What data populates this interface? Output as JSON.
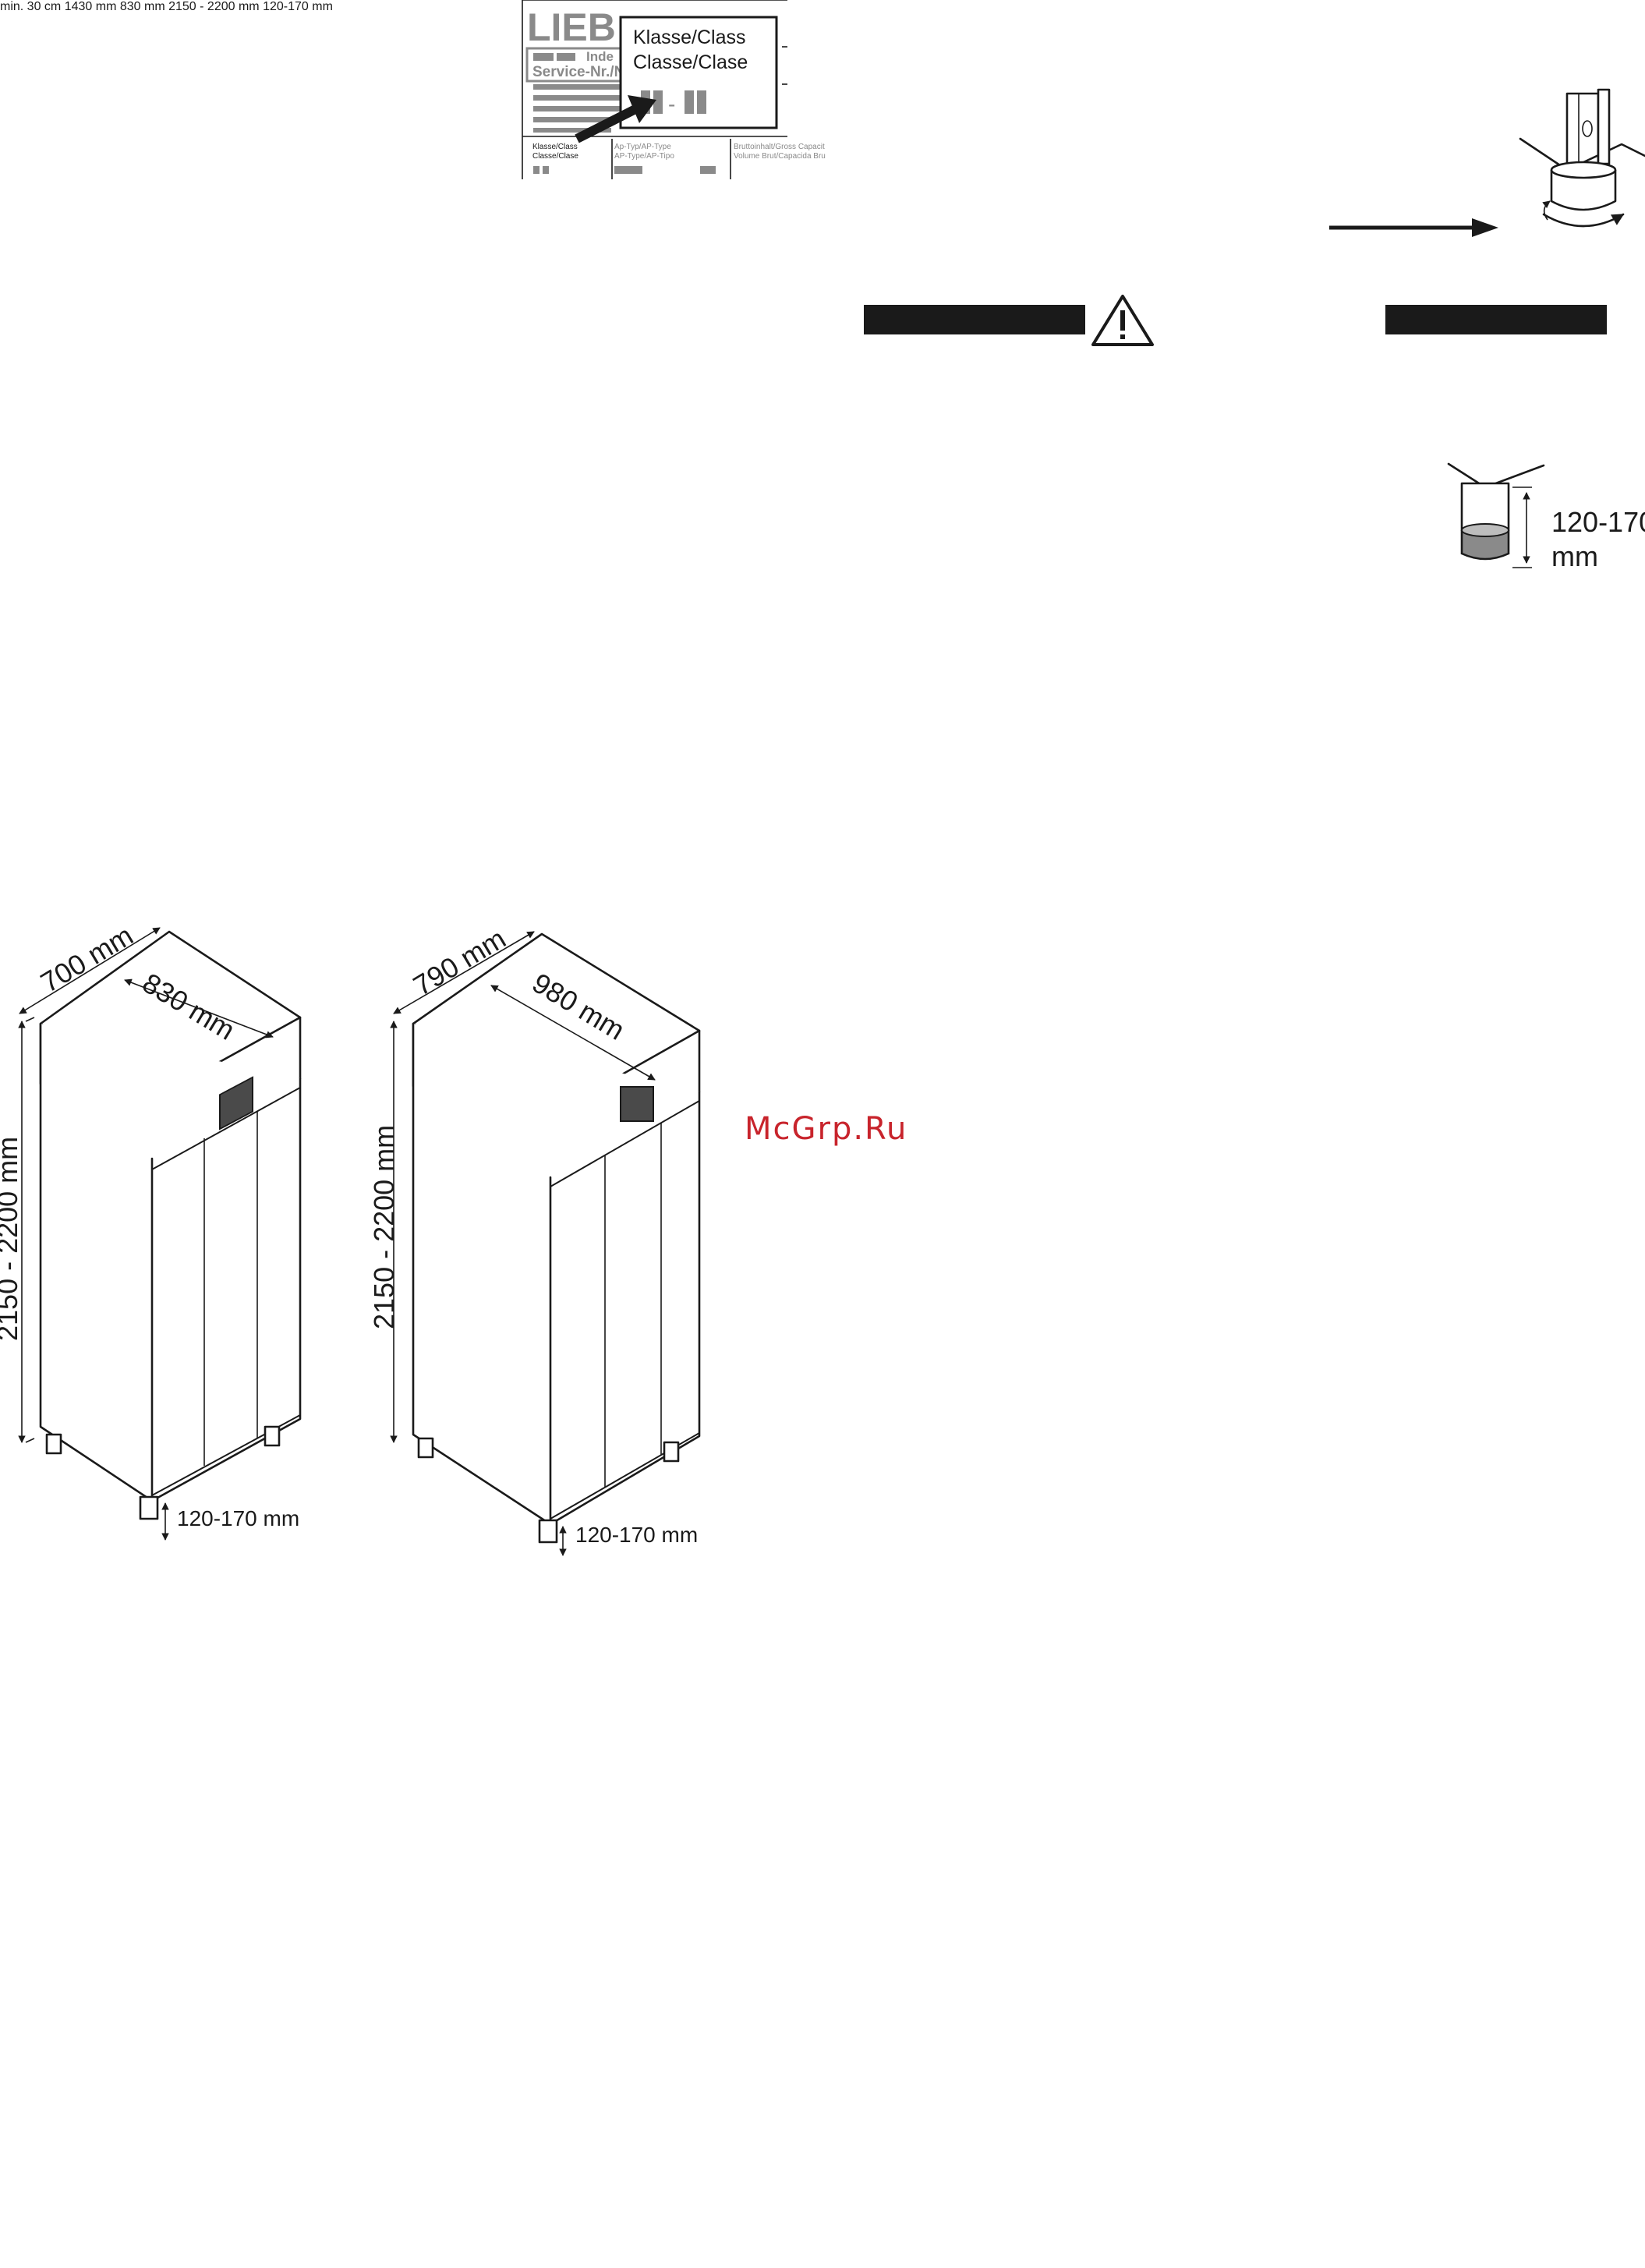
{
  "rating_plate": {
    "brand_fragment": "LIEB",
    "index_fragment": "Inde",
    "service_fragment": "Service-Nr./N",
    "callout_line1": "Klasse/Class",
    "callout_line2": "Classe/Clase",
    "callout_code": "-",
    "col1_line1": "Klasse/Class",
    "col1_line2": "Classe/Clase",
    "col2_line1": "Ap-Typ/AP-Type",
    "col2_line2": "AP-Type/AP-Tipo",
    "col3_line1": "Bruttoinhalt/Gross Capacit",
    "col3_line2": "Volume Brut/Capacida Bru"
  },
  "warning_icon": "warning-triangle-icon",
  "foot_height": {
    "value": "120-170",
    "unit": "mm"
  },
  "cabinets": [
    {
      "width": "700 mm",
      "depth": "830 mm",
      "height": "2150 - 2200 mm",
      "feet": "120-170 mm"
    },
    {
      "width": "790 mm",
      "depth": "980 mm",
      "height": "2150 - 2200 mm",
      "feet": "120-170 mm"
    },
    {
      "width": "1430 mm",
      "depth": "830 mm",
      "height": "2150 - 2200 mm",
      "feet": "120-170 mm"
    }
  ],
  "ventilation": {
    "clearance": "min. 30 cm"
  },
  "watermark": "McGrp.Ru",
  "colors": {
    "ink": "#1a1a1a",
    "plate_gray": "#8a8a8a",
    "watermark": "#c8242c"
  }
}
